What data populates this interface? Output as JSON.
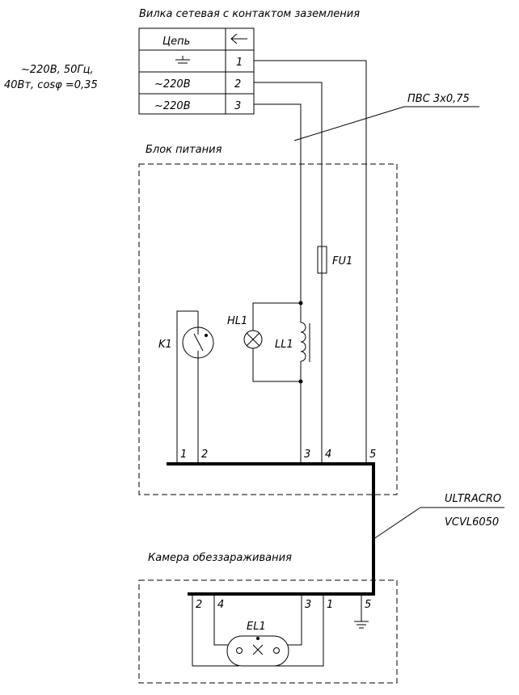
{
  "plug": {
    "title": "Вилка сетевая с контактом заземления",
    "header_label": "Цепь",
    "rows": [
      {
        "label": "",
        "pin": "1"
      },
      {
        "label": "~220В",
        "pin": "2"
      },
      {
        "label": "~220В",
        "pin": "3"
      }
    ]
  },
  "specs": {
    "line1": "~220В, 50Гц,",
    "line2": "40Вт, cosφ =0,35"
  },
  "cable": {
    "label": "ПВС 3х0,75"
  },
  "power_unit": {
    "title": "Блок питания",
    "fuse": "FU1",
    "switch": "K1",
    "lamp": "HL1",
    "choke": "LL1",
    "terminals": [
      "1",
      "2",
      "3",
      "4",
      "5"
    ]
  },
  "link_cable": {
    "line1": "ULTRACRO",
    "line2": "VCVL6050"
  },
  "chamber": {
    "title": "Камера обеззараживания",
    "lamp": "EL1",
    "terminals": [
      "2",
      "4",
      "3",
      "1",
      "5"
    ]
  }
}
